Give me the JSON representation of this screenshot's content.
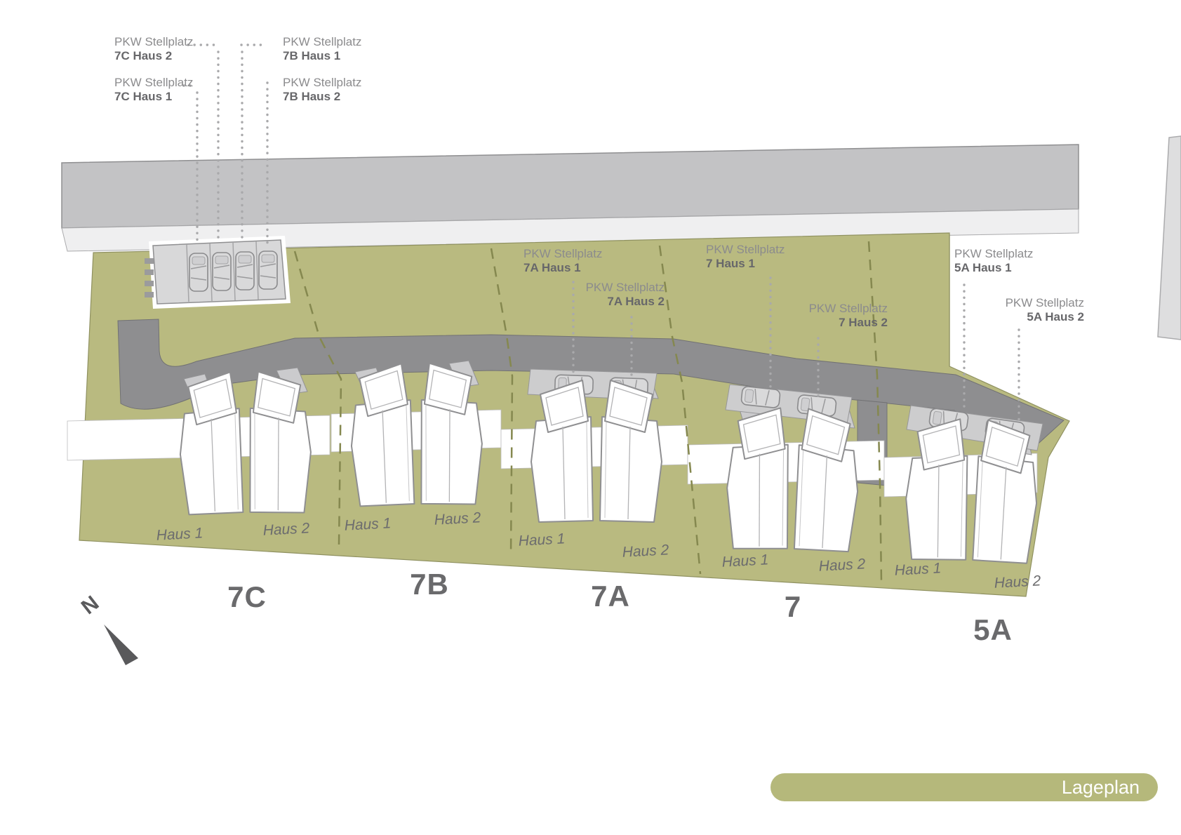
{
  "badge": {
    "label": "Lageplan"
  },
  "north": {
    "label": "N"
  },
  "parking_labels": {
    "p7c_h2": {
      "line1": "PKW Stellplatz",
      "line2": "7C Haus 2"
    },
    "p7b_h1": {
      "line1": "PKW Stellplatz",
      "line2": "7B Haus 1"
    },
    "p7c_h1": {
      "line1": "PKW Stellplatz",
      "line2": "7C Haus 1"
    },
    "p7b_h2": {
      "line1": "PKW Stellplatz",
      "line2": "7B Haus 2"
    },
    "p7a_h1": {
      "line1": "PKW Stellplatz",
      "line2": "7A Haus 1"
    },
    "p7a_h2": {
      "line1": "PKW Stellplatz",
      "line2": "7A Haus 2"
    },
    "p7_h1": {
      "line1": "PKW Stellplatz",
      "line2": "7 Haus 1"
    },
    "p7_h2": {
      "line1": "PKW Stellplatz",
      "line2": "7 Haus 2"
    },
    "p5a_h1": {
      "line1": "PKW Stellplatz",
      "line2": "5A Haus 1"
    },
    "p5a_h2": {
      "line1": "PKW Stellplatz",
      "line2": "5A Haus 2"
    }
  },
  "plots": [
    {
      "id": "7C",
      "number": "7C",
      "house1": "Haus 1",
      "house2": "Haus 2"
    },
    {
      "id": "7B",
      "number": "7B",
      "house1": "Haus 1",
      "house2": "Haus 2"
    },
    {
      "id": "7A",
      "number": "7A",
      "house1": "Haus 1",
      "house2": "Haus 2"
    },
    {
      "id": "7",
      "number": "7",
      "house1": "Haus 1",
      "house2": "Haus 2"
    },
    {
      "id": "5A",
      "number": "5A",
      "house1": "Haus 1",
      "house2": "Haus 2"
    }
  ],
  "colors": {
    "site_green": "#b9ba80",
    "badge_green": "#b5b87b",
    "main_road": "#c3c3c5",
    "sidewalk": "#efeff0",
    "estate_street": "#8e8e90",
    "parking_pad": "#cdcdce"
  }
}
